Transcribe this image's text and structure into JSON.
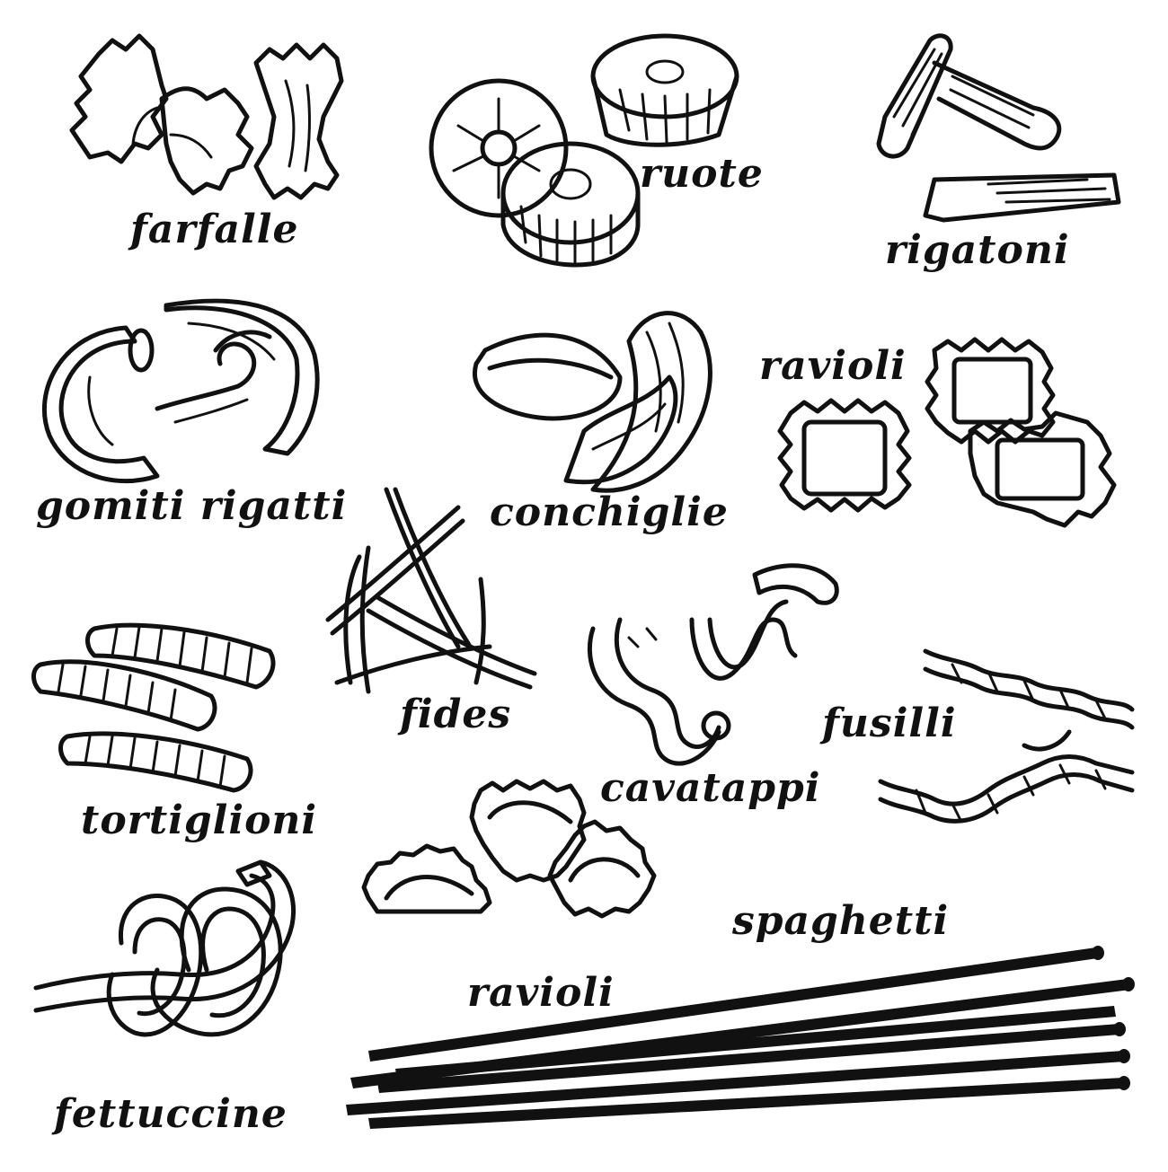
{
  "labels": {
    "farfalle": "farfalle",
    "ruote": "ruote",
    "rigatoni": "rigatoni",
    "gomiti_rigatti": "gomiti rigatti",
    "conchiglie": "conchiglie",
    "ravioli_top": "ravioli",
    "fides": "fides",
    "cavatappi": "cavatappi",
    "fusilli": "fusilli",
    "tortiglioni": "tortiglioni",
    "ravioli_bottom": "ravioli",
    "spaghetti": "spaghetti",
    "fettuccine": "fettuccine"
  },
  "colors": {
    "ink": "#111111",
    "background": "#ffffff"
  }
}
